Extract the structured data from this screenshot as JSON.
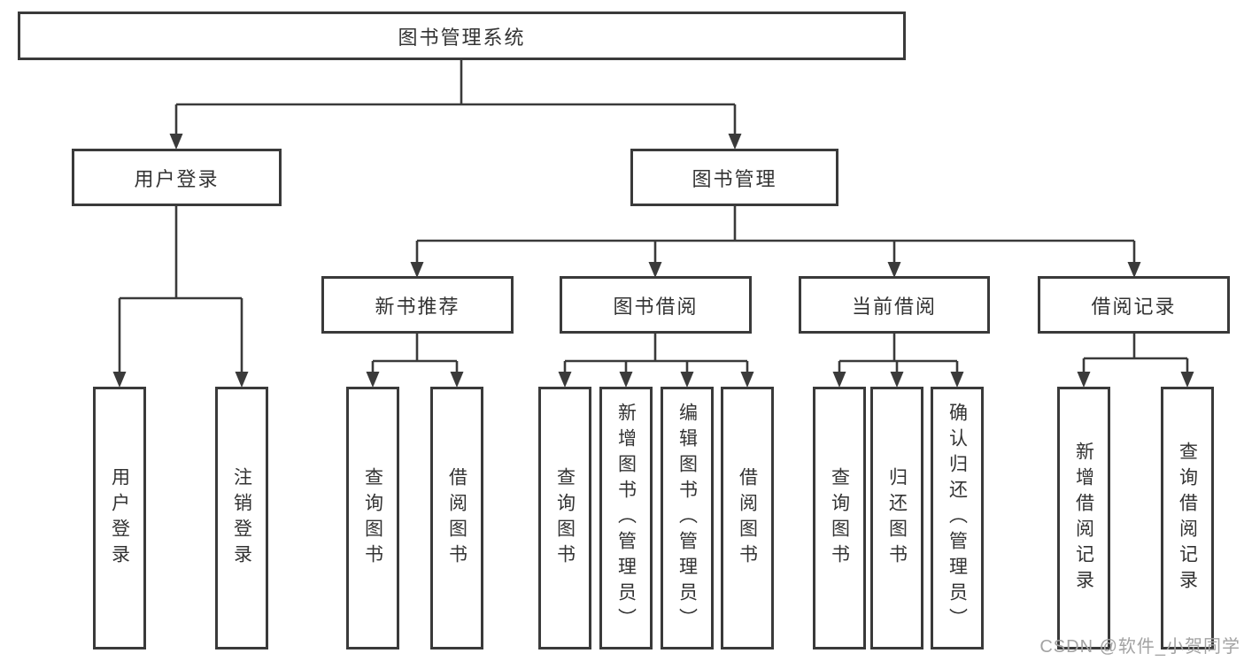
{
  "tree": {
    "label": "图书管理系统",
    "children": [
      {
        "label": "用户登录",
        "children": [
          {
            "label": "用户登录"
          },
          {
            "label": "注销登录"
          }
        ]
      },
      {
        "label": "图书管理",
        "children": [
          {
            "label": "新书推荐",
            "children": [
              {
                "label": "查询图书"
              },
              {
                "label": "借阅图书"
              }
            ]
          },
          {
            "label": "图书借阅",
            "children": [
              {
                "label": "查询图书"
              },
              {
                "label": "新增图书（管理员）"
              },
              {
                "label": "编辑图书（管理员）"
              },
              {
                "label": "借阅图书"
              }
            ]
          },
          {
            "label": "当前借阅",
            "children": [
              {
                "label": "查询图书"
              },
              {
                "label": "归还图书"
              },
              {
                "label": "确认归还（管理员）"
              }
            ]
          },
          {
            "label": "借阅记录",
            "children": [
              {
                "label": "新增借阅记录"
              },
              {
                "label": "查询借阅记录"
              }
            ]
          }
        ]
      }
    ]
  },
  "watermark": {
    "text": "CSDN @软件_小贺同学"
  },
  "colors": {
    "line": "#3a3a3a",
    "box_border": "#3a3a3a",
    "box_fill": "#ffffff",
    "text": "#333333",
    "watermark": "#a3a3a3",
    "background": "#ffffff"
  }
}
